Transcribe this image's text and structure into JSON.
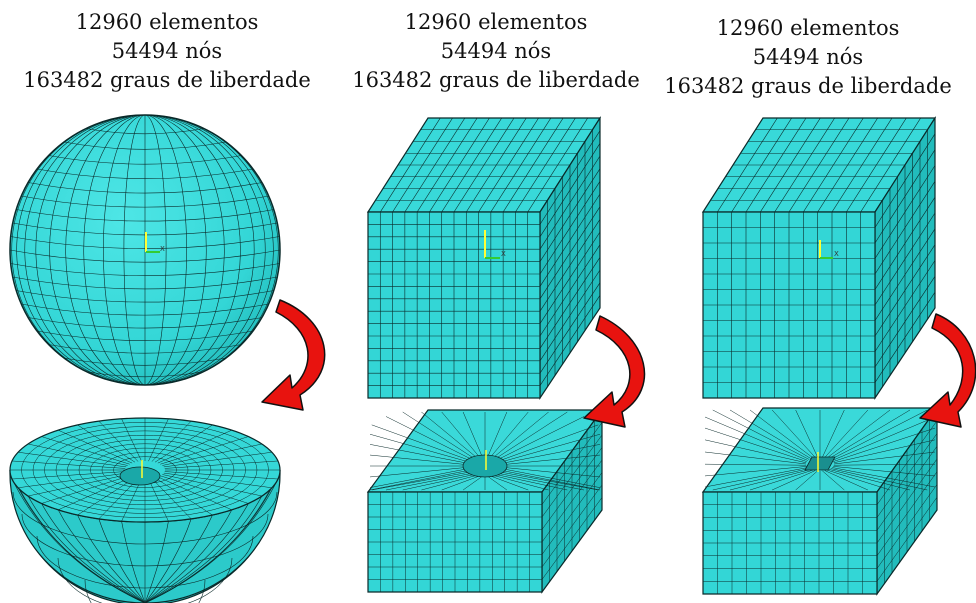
{
  "panels": [
    {
      "id": "sphere",
      "elements": "12960 elementos",
      "nodes": "54494 nós",
      "dof": "163482 graus de liberdade"
    },
    {
      "id": "cube-round-cavity",
      "elements": "12960 elementos",
      "nodes": "54494 nós",
      "dof": "163482 graus de liberdade"
    },
    {
      "id": "cube-square-cavity",
      "elements": "12960 elementos",
      "nodes": "54494 nós",
      "dof": "163482 graus de liberdade"
    }
  ],
  "triad_label": "X",
  "colors": {
    "mesh_fill": "#33d6d6",
    "mesh_fill_dark": "#1fb7b7",
    "mesh_fill_side": "#27c4c4",
    "mesh_line": "#0a2a2a",
    "arrow_red": "#e8130f",
    "triad_yellow": "#ffff33",
    "triad_green": "#33cc33"
  }
}
